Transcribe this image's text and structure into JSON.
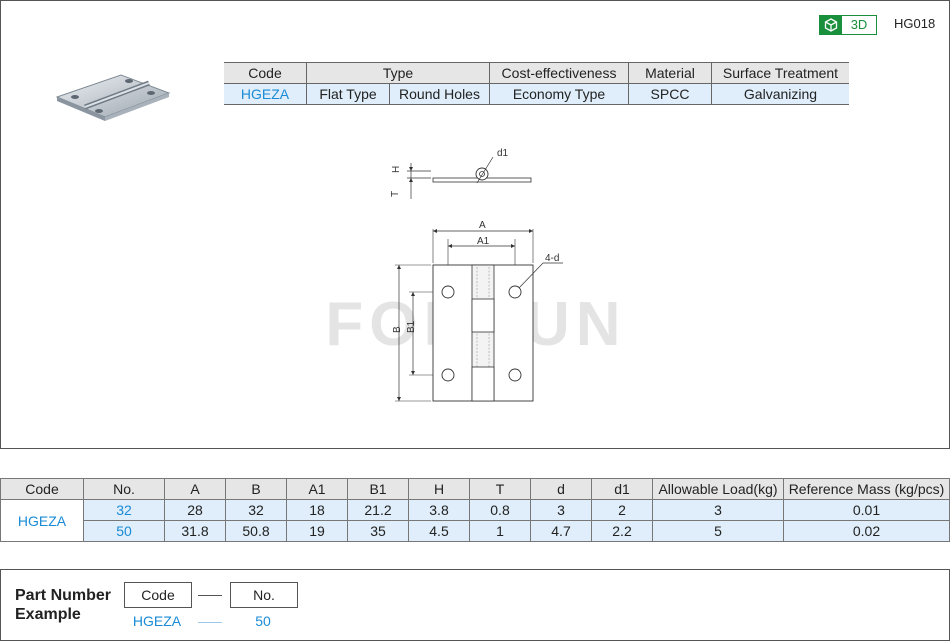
{
  "header": {
    "badge_3d": "3D",
    "product_code": "HG018",
    "badge_icon": "cube-icon",
    "accent_color": "#1a8f3c"
  },
  "spec_table": {
    "headers": [
      "Code",
      "Type",
      "Cost-effectiveness",
      "Material",
      "Surface Treatment"
    ],
    "row": {
      "code": "HGEZA",
      "type_a": "Flat Type",
      "type_b": "Round Holes",
      "cost": "Economy Type",
      "material": "SPCC",
      "surface": "Galvanizing"
    }
  },
  "drawing": {
    "labels": {
      "d1": "d1",
      "H": "H",
      "T": "T",
      "A": "A",
      "A1": "A1",
      "B": "B",
      "B1": "B1",
      "four_d": "4-d"
    },
    "watermark": "FORRUN"
  },
  "dim_table": {
    "headers": [
      "Code",
      "No.",
      "A",
      "B",
      "A1",
      "B1",
      "H",
      "T",
      "d",
      "d1",
      "Allowable Load(kg)",
      "Reference Mass (kg/pcs)"
    ],
    "code": "HGEZA",
    "rows": [
      [
        "32",
        "28",
        "32",
        "18",
        "21.2",
        "3.8",
        "0.8",
        "3",
        "2",
        "3",
        "0.01"
      ],
      [
        "50",
        "31.8",
        "50.8",
        "19",
        "35",
        "4.5",
        "1",
        "4.7",
        "2.2",
        "5",
        "0.02"
      ]
    ],
    "link_color": "#1a8bd6",
    "value_bg": "#dfeefa"
  },
  "part_number": {
    "title_line1": "Part Number",
    "title_line2": "Example",
    "box_code": "Code",
    "box_no": "No.",
    "example_code": "HGEZA",
    "example_no": "50"
  }
}
